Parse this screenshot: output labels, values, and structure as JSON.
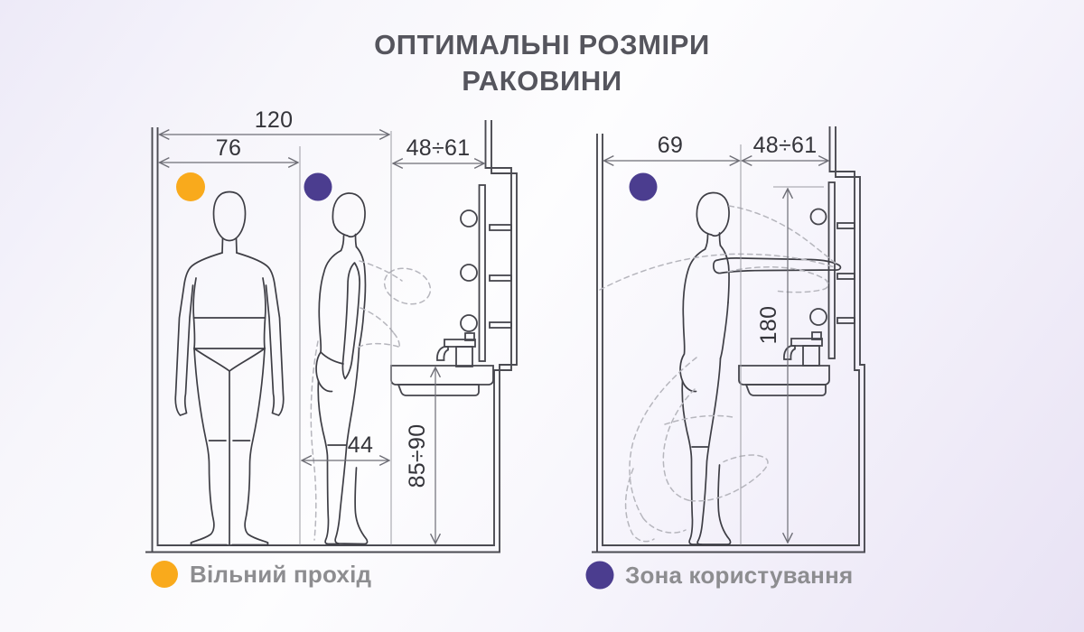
{
  "title": {
    "line1": "ОПТИМАЛЬНІ РОЗМІРИ",
    "line2": "РАКОВИНИ"
  },
  "legend": [
    {
      "label": "Вільний прохід",
      "color": "#F9AA1C"
    },
    {
      "label": "Зона користування",
      "color": "#4B3D8F"
    }
  ],
  "diagrams": {
    "left": {
      "description": "front and side standing figures beside washbasin",
      "dims": {
        "total_width": "120",
        "free_passage_width": "76",
        "basin_zone_depth": "48÷61",
        "figure_offset": "44",
        "basin_height": "85÷90"
      }
    },
    "right": {
      "description": "side figure reaching over washbasin",
      "dims": {
        "usage_zone_width": "69",
        "basin_zone_depth": "48÷61",
        "upper_reach_height": "180"
      }
    }
  },
  "drawing_colors": {
    "outline": "#43434a",
    "dimension": "#6e6e76",
    "dashed": "#b6b6bd"
  }
}
